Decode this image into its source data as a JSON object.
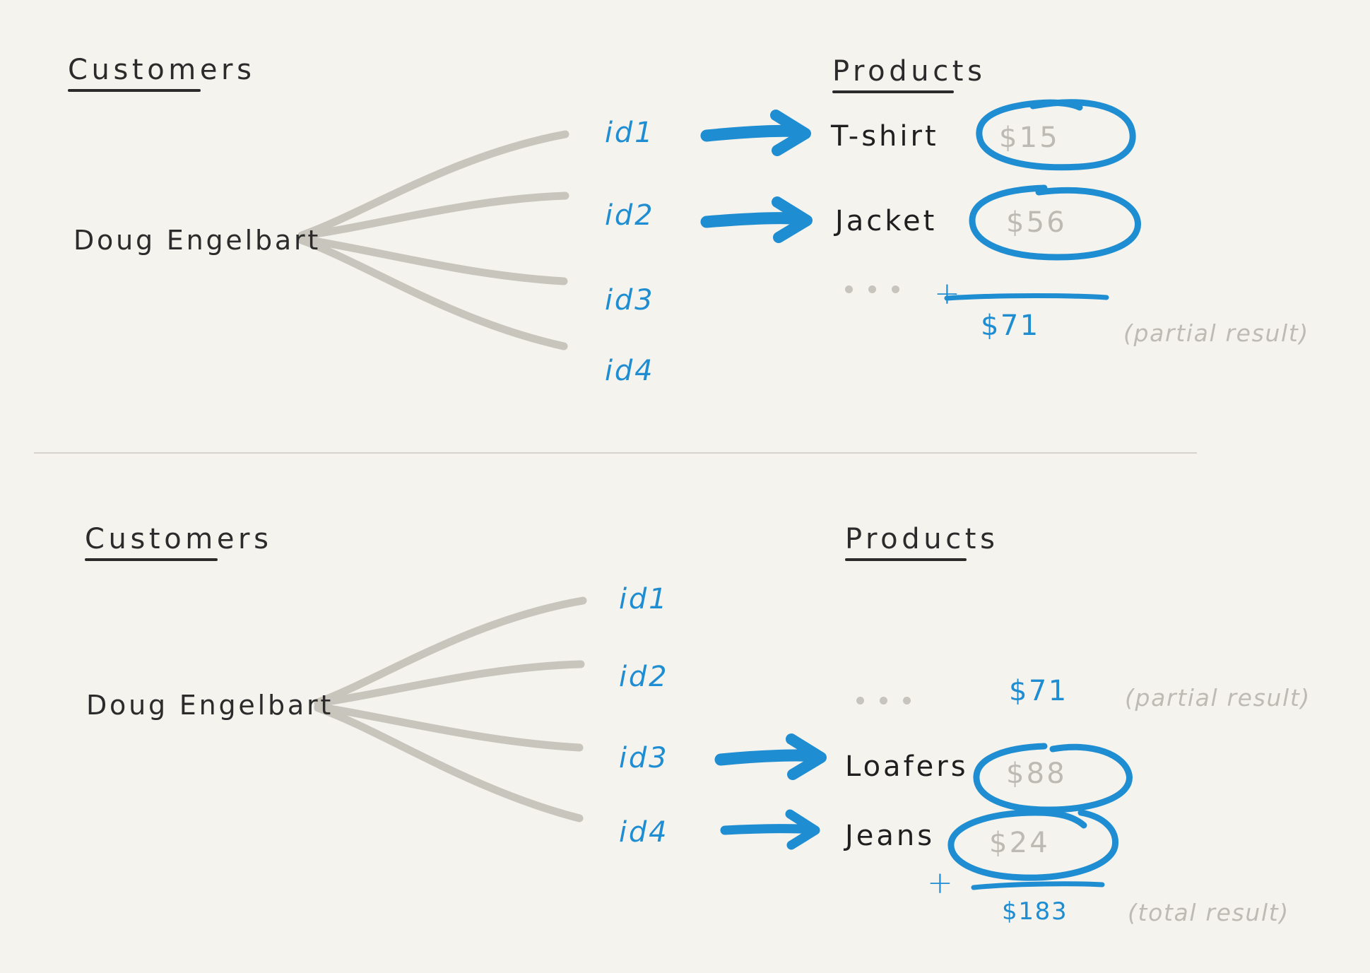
{
  "canvas": {
    "background": "#f4f3ee",
    "accent_blue": "#1f8dd1",
    "ink_black": "#2b2b2b",
    "muted_gray": "#bcbab2",
    "line_gray": "#c8c5bc"
  },
  "panels": [
    {
      "id": "top-panel",
      "customers_heading": "Customers",
      "products_heading": "Products",
      "customer_name": "Doug Engelbart",
      "ids": [
        "id1",
        "id2",
        "id3",
        "id4"
      ],
      "rows": [
        {
          "id": "id1",
          "product": "T-shirt",
          "price": "$15",
          "circled": true,
          "has_arrow": true
        },
        {
          "id": "id2",
          "product": "Jacket",
          "price": "$56",
          "circled": true,
          "has_arrow": true
        },
        {
          "id": "id3",
          "product": "",
          "price": "",
          "circled": false,
          "has_arrow": false
        },
        {
          "id": "id4",
          "product": "",
          "price": "",
          "circled": false,
          "has_arrow": false
        }
      ],
      "ellipsis": "...",
      "plus_sign": "+",
      "result_value": "$71",
      "result_note": "(partial result)"
    },
    {
      "id": "bottom-panel",
      "customers_heading": "Customers",
      "products_heading": "Products",
      "customer_name": "Doug Engelbart",
      "ids": [
        "id1",
        "id2",
        "id3",
        "id4"
      ],
      "rows": [
        {
          "id": "id1",
          "product": "",
          "price": "",
          "circled": false,
          "has_arrow": false
        },
        {
          "id": "id2",
          "product": "",
          "price": "",
          "circled": false,
          "has_arrow": false
        },
        {
          "id": "id3",
          "product": "Loafers",
          "price": "$88",
          "circled": true,
          "has_arrow": true
        },
        {
          "id": "id4",
          "product": "Jeans",
          "price": "$24",
          "circled": true,
          "has_arrow": true
        }
      ],
      "ellipsis": "...",
      "carried_value": "$71",
      "carried_note": "(partial result)",
      "plus_sign": "+",
      "result_value": "$183",
      "result_note": "(total result)"
    }
  ]
}
